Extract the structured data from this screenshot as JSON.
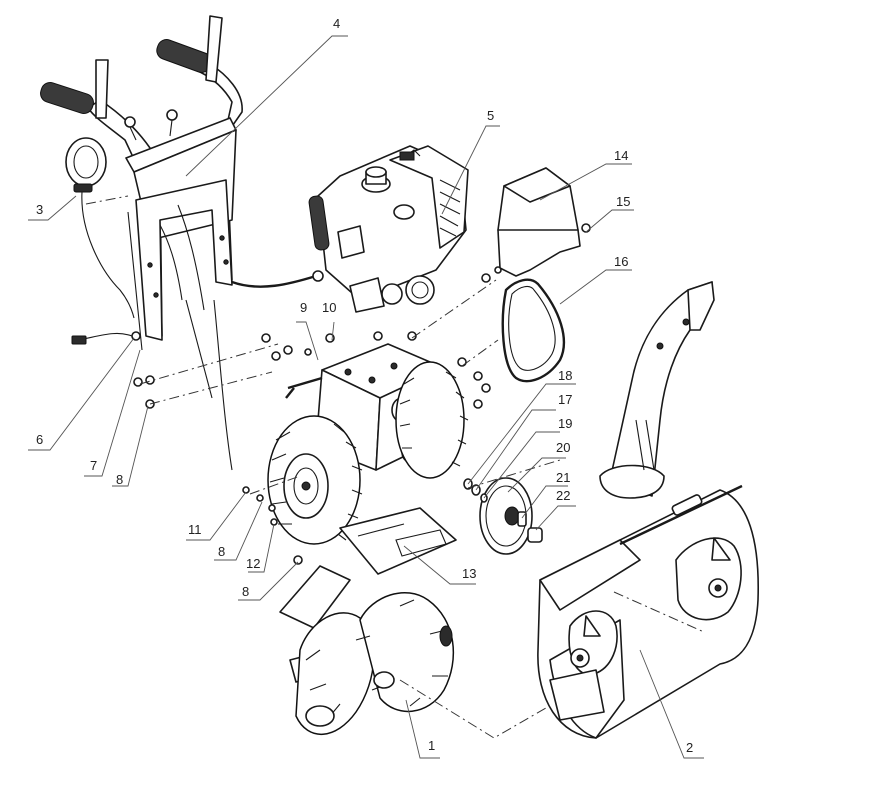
{
  "callouts": [
    {
      "id": "1",
      "label": "1"
    },
    {
      "id": "2",
      "label": "2"
    },
    {
      "id": "3",
      "label": "3"
    },
    {
      "id": "4",
      "label": "4"
    },
    {
      "id": "5",
      "label": "5"
    },
    {
      "id": "6",
      "label": "6"
    },
    {
      "id": "7",
      "label": "7"
    },
    {
      "id": "8a",
      "label": "8"
    },
    {
      "id": "8b",
      "label": "8"
    },
    {
      "id": "8c",
      "label": "8"
    },
    {
      "id": "9",
      "label": "9"
    },
    {
      "id": "10",
      "label": "10"
    },
    {
      "id": "11",
      "label": "11"
    },
    {
      "id": "12",
      "label": "12"
    },
    {
      "id": "13",
      "label": "13"
    },
    {
      "id": "14",
      "label": "14"
    },
    {
      "id": "15",
      "label": "15"
    },
    {
      "id": "16",
      "label": "16"
    },
    {
      "id": "17",
      "label": "17"
    },
    {
      "id": "18",
      "label": "18"
    },
    {
      "id": "19",
      "label": "19"
    },
    {
      "id": "20",
      "label": "20"
    },
    {
      "id": "21",
      "label": "21"
    },
    {
      "id": "22",
      "label": "22"
    }
  ]
}
